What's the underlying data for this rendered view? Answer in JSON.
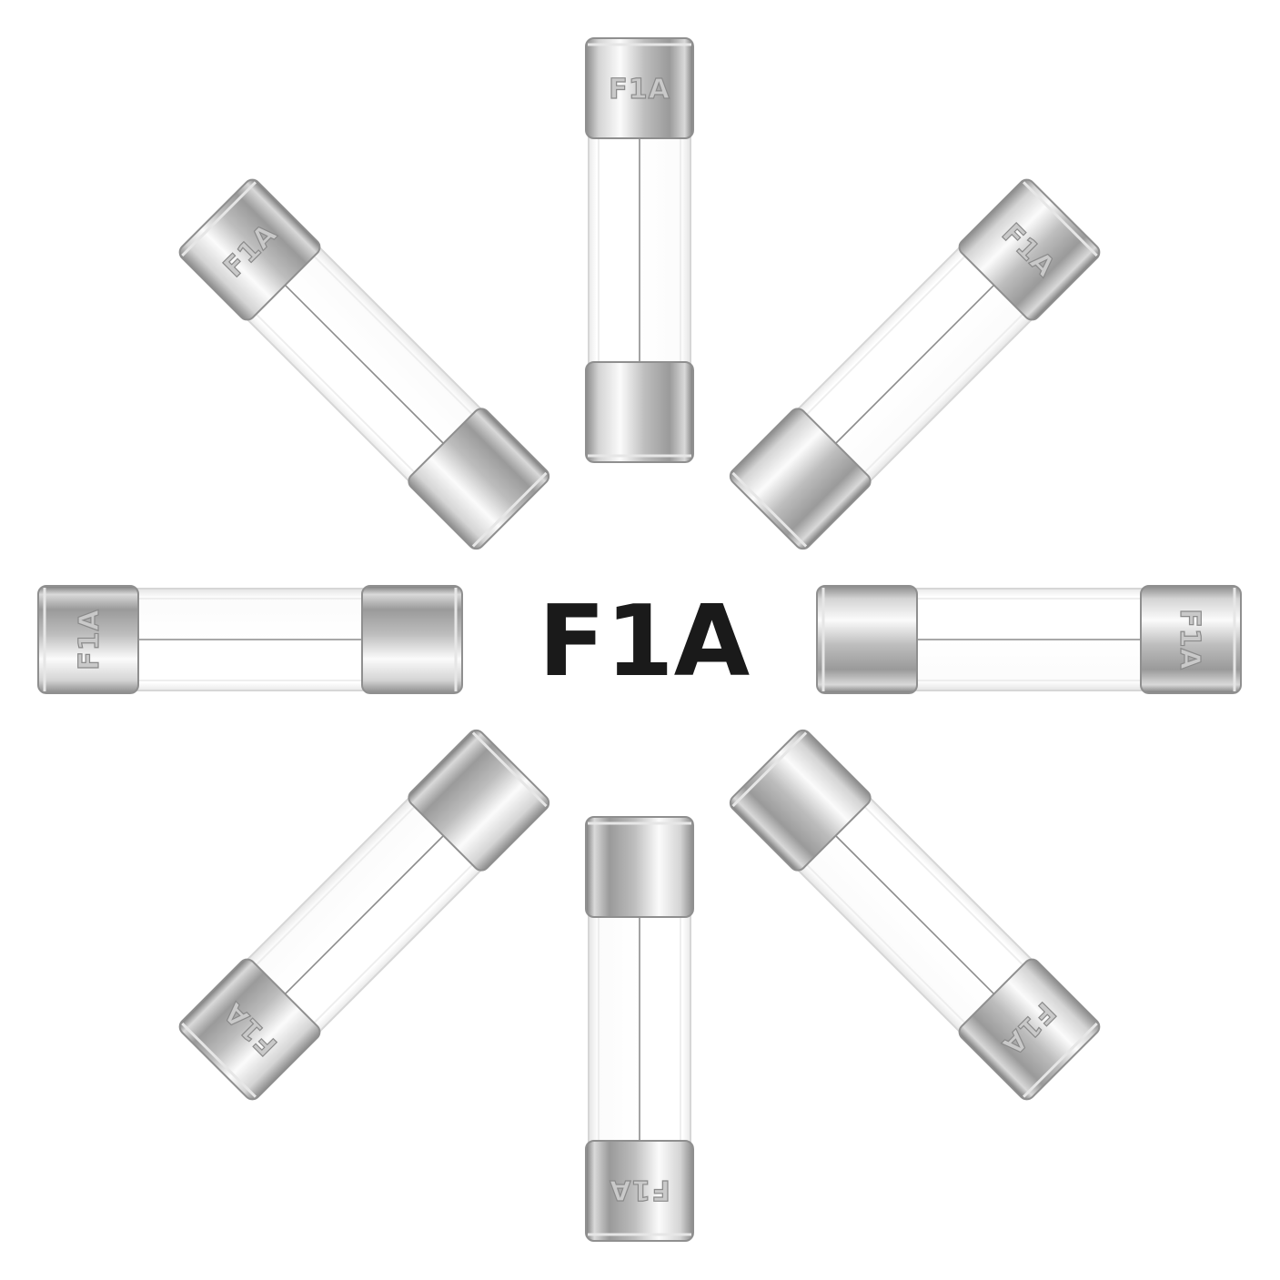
{
  "center_label": "F1A",
  "fuse_marking": "F1A",
  "fuse_count": 8,
  "colors": {
    "background": "#ffffff",
    "metal_light": "#f4f4f4",
    "metal_mid": "#c4c4c4",
    "metal_dark": "#7d7d7d",
    "glass_edge": "#d6d6d6",
    "label_text": "#1a1a1a"
  },
  "fuses": [
    {
      "name": "fuse-top",
      "marked_end": "top"
    },
    {
      "name": "fuse-top-right",
      "marked_end": "top"
    },
    {
      "name": "fuse-right",
      "marked_end": "top"
    },
    {
      "name": "fuse-bottom-right",
      "marked_end": "top"
    },
    {
      "name": "fuse-bottom",
      "marked_end": "top"
    },
    {
      "name": "fuse-bottom-left",
      "marked_end": "top"
    },
    {
      "name": "fuse-left",
      "marked_end": "top"
    },
    {
      "name": "fuse-top-left",
      "marked_end": "top"
    }
  ]
}
